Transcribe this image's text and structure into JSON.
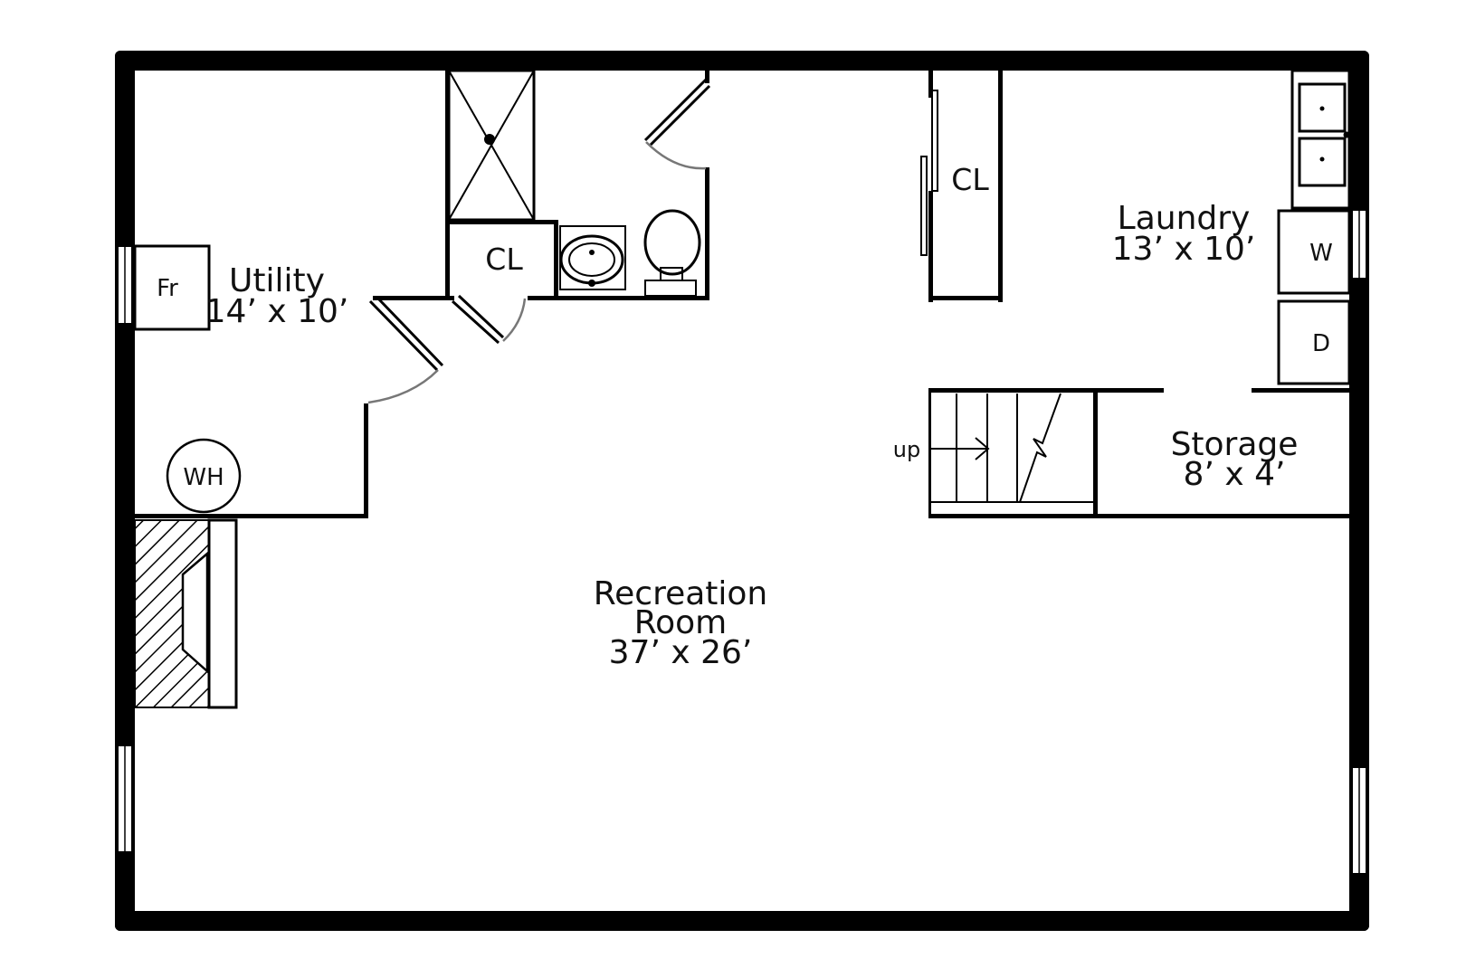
{
  "rooms": {
    "utility": {
      "name": "Utility",
      "size": "14’ x 10’"
    },
    "laundry": {
      "name": "Laundry",
      "size": "13’ x 10’"
    },
    "storage": {
      "name": "Storage",
      "size": "8’ x 4’"
    },
    "recreation": {
      "name_line1": "Recreation",
      "name_line2": "Room",
      "size": "37’ x 26’"
    }
  },
  "labels": {
    "closet_bath": "CL",
    "closet_laundry": "CL",
    "fridge": "Fr",
    "water_heater": "WH",
    "washer": "W",
    "dryer": "D",
    "stairs": "up"
  },
  "colors": {
    "wall": "#000000",
    "door_swing": "#777777",
    "background": "#ffffff"
  }
}
